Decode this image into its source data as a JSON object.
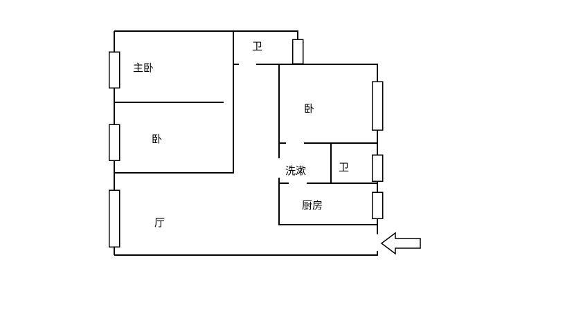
{
  "floorplan": {
    "labels": {
      "master_bedroom": "主卧",
      "bath_top": "卫",
      "bedroom_right": "卧",
      "bedroom_left": "卧",
      "wash_area": "洗漱",
      "bath_mid": "卫",
      "kitchen": "厨房",
      "living_room": "厅"
    },
    "icons": {
      "entrance_arrow": "left-arrow-entrance-marker",
      "window": "window-symbol"
    },
    "colors": {
      "wall": "#000000",
      "background": "#ffffff"
    }
  }
}
